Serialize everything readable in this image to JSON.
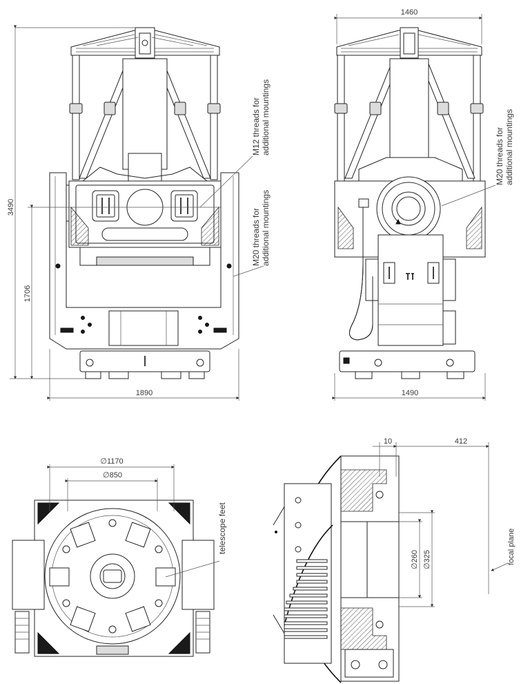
{
  "views": {
    "front": {
      "height_label": "3490",
      "sub_height_label": "1706",
      "width_label": "1890",
      "note_m12": [
        "M12 threads for",
        "additional mountings"
      ],
      "note_m20": [
        "M20 threads for",
        "additional mountings"
      ]
    },
    "side": {
      "top_width_label": "1460",
      "bottom_width_label": "1490",
      "note_m20": [
        "M20 threads for",
        "additional mountings"
      ]
    },
    "bottom": {
      "outer_diameter_label": "∅1170",
      "inner_diameter_label": "∅850",
      "note_feet": "telescope feet"
    },
    "section": {
      "offset_label": "10",
      "depth_label": "412",
      "bore_label_1": "∅260",
      "bore_label_2": "∅325",
      "focal_label": "focal plane"
    }
  }
}
